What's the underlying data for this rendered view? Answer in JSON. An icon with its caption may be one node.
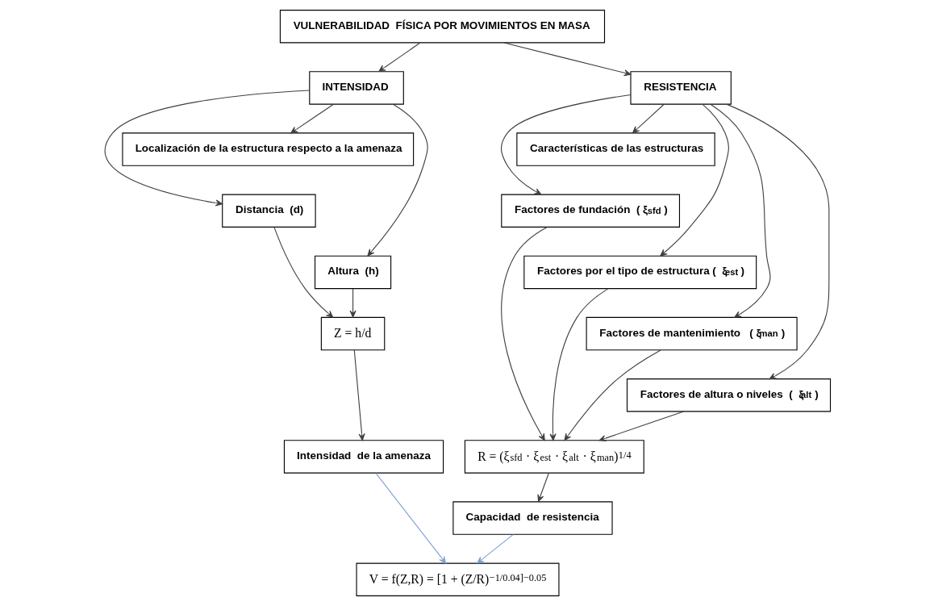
{
  "diagram": {
    "nodes": [
      {
        "text": [
          "VULNERABILIDAD  FÍSICA POR MOVIMIENTOS EN MASA"
        ]
      },
      {
        "text": [
          "INTENSIDAD"
        ]
      },
      {
        "text": [
          "RESISTENCIA"
        ]
      },
      {
        "text": [
          "Localización de la estructura respecto a la amenaza"
        ]
      },
      {
        "text": [
          "Distancia  (d)"
        ]
      },
      {
        "text": [
          "Altura  (h)"
        ]
      },
      {
        "text": [
          "Z = h/d"
        ]
      },
      {
        "text": [
          "Intensidad  de la amenaza"
        ]
      },
      {
        "text": [
          "Características de las estructuras"
        ]
      },
      {
        "text": [
          "Factores de fundación  ( ξ$_{sfd}$ )"
        ]
      },
      {
        "text": [
          "Factores por el tipo de estructura (  ξ$_{est}$ )"
        ]
      },
      {
        "text": [
          "Factores de mantenimiento   ( ξ$_{man}$ )"
        ]
      },
      {
        "text": [
          "Factores de altura o niveles  (  ξ$_{alt}$ )"
        ]
      },
      {
        "text": [
          "R = (ξ$_{sfd}$ · ξ$_{est}$ · ξ$_{alt}$ · ξ$_{man}$)$^{1/4}$"
        ]
      },
      {
        "text": [
          "Capacidad  de resistencia"
        ]
      },
      {
        "text": [
          "V = f(Z,R) = [1 + (Z/R)$^{−1/0.04}$]$^{−0.05}$"
        ]
      }
    ],
    "edges": [
      {
        "from": 0,
        "to": 1,
        "arrow": "to"
      },
      {
        "from": 0,
        "to": 2,
        "arrow": "to"
      },
      {
        "from": 1,
        "to": 3,
        "arrow": "to"
      },
      {
        "from": 1,
        "to": 4,
        "arrow": "to"
      },
      {
        "from": 1,
        "to": 5,
        "arrow": "to"
      },
      {
        "from": 4,
        "to": 6,
        "arrow": "to"
      },
      {
        "from": 5,
        "to": 6,
        "arrow": "to"
      },
      {
        "from": 6,
        "to": 7,
        "arrow": "to"
      },
      {
        "from": 7,
        "to": 15,
        "arrow": "to",
        "color": "#7f9fd6"
      },
      {
        "from": 2,
        "to": 8,
        "arrow": "to"
      },
      {
        "from": 2,
        "to": 9,
        "arrow": "to"
      },
      {
        "from": 2,
        "to": 10,
        "arrow": "to"
      },
      {
        "from": 2,
        "to": 11,
        "arrow": "to"
      },
      {
        "from": 2,
        "to": 12,
        "arrow": "to"
      },
      {
        "from": 9,
        "to": 13,
        "arrow": "to"
      },
      {
        "from": 10,
        "to": 13,
        "arrow": "to"
      },
      {
        "from": 11,
        "to": 13,
        "arrow": "to"
      },
      {
        "from": 12,
        "to": 13,
        "arrow": "to"
      },
      {
        "from": 13,
        "to": 14,
        "arrow": "to"
      },
      {
        "from": 14,
        "to": 15,
        "arrow": "to",
        "color": "#7f9fd6"
      }
    ]
  }
}
